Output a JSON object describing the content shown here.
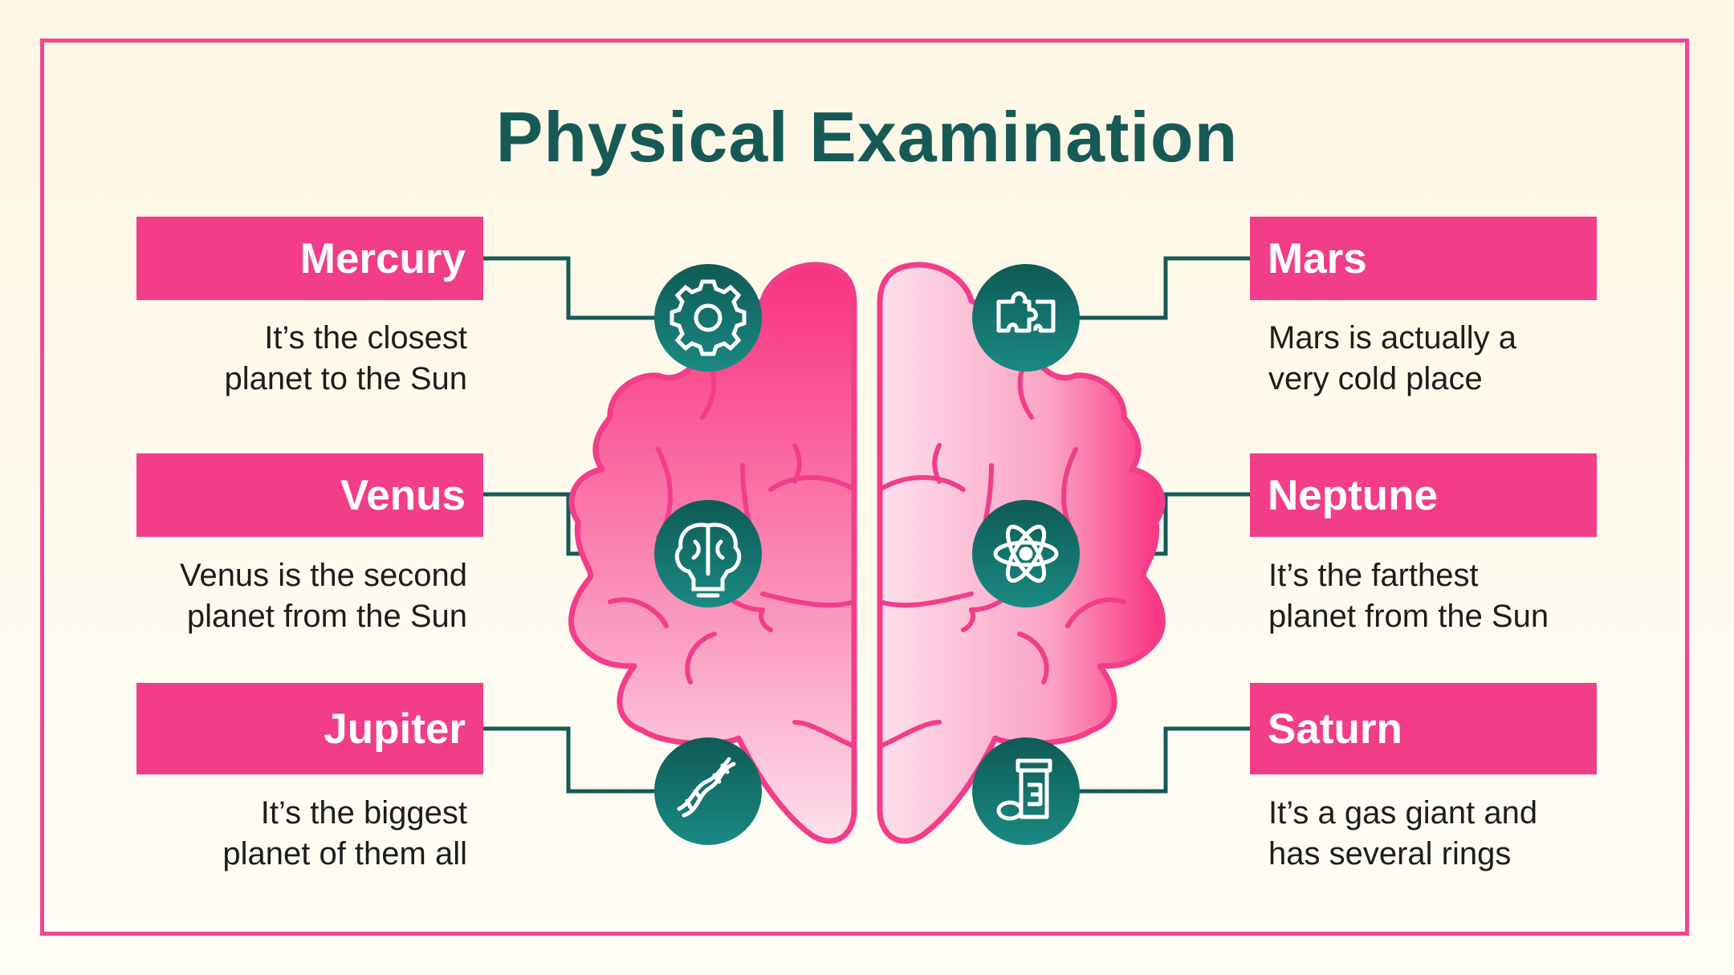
{
  "title": "Physical Examination",
  "colors": {
    "accent": "#f23d89",
    "teal": "#175a55",
    "icon_bg": "#156b66",
    "border": "#f0478f"
  },
  "items": [
    {
      "name": "Mercury",
      "desc_line1": "It’s the closest",
      "desc_line2": "planet to the Sun",
      "icon": "gear-icon"
    },
    {
      "name": "Venus",
      "desc_line1": "Venus is the second",
      "desc_line2": "planet from the Sun",
      "icon": "brain-icon"
    },
    {
      "name": "Jupiter",
      "desc_line1": "It’s the biggest",
      "desc_line2": "planet of them all",
      "icon": "dna-icon"
    },
    {
      "name": "Mars",
      "desc_line1": "Mars is actually a",
      "desc_line2": "very cold place",
      "icon": "puzzle-icon"
    },
    {
      "name": "Neptune",
      "desc_line1": "It’s the farthest",
      "desc_line2": "planet from the Sun",
      "icon": "atom-icon"
    },
    {
      "name": "Saturn",
      "desc_line1": "It’s a gas giant and",
      "desc_line2": "has several rings",
      "icon": "medicine-bottle-icon"
    }
  ]
}
